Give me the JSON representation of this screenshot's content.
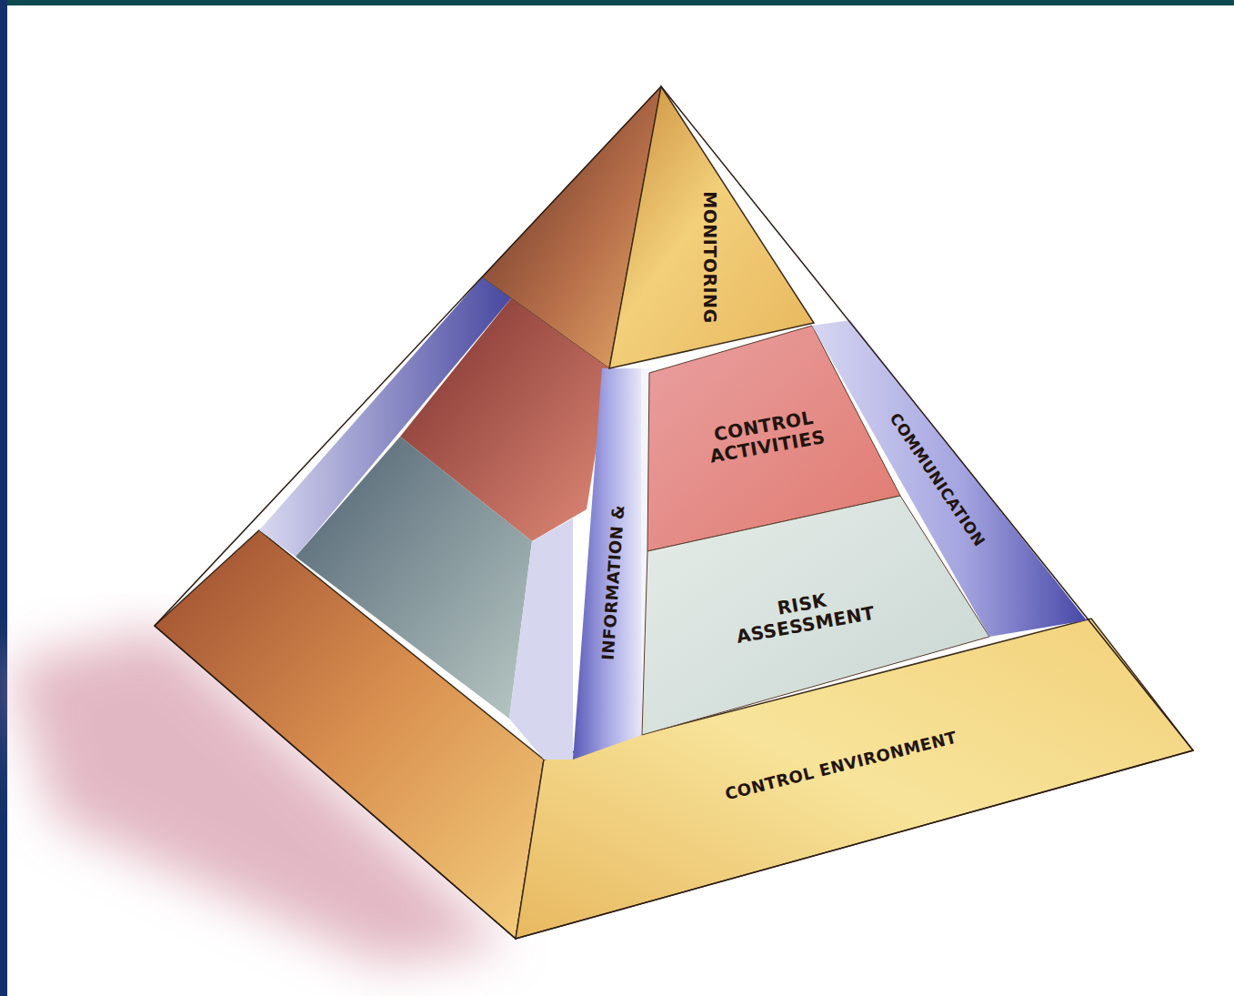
{
  "diagram": {
    "nodes": [
      {
        "text": [
          "MONITORING"
        ]
      },
      {
        "text": [
          "CONTROL ACTIVITIES"
        ]
      },
      {
        "text": [
          "INFORMATION &"
        ]
      },
      {
        "text": [
          "COMMUNICATION"
        ]
      },
      {
        "text": [
          "RISK ASSESSMENT"
        ]
      },
      {
        "text": [
          "CONTROL ENVIRONMENT"
        ]
      }
    ]
  }
}
